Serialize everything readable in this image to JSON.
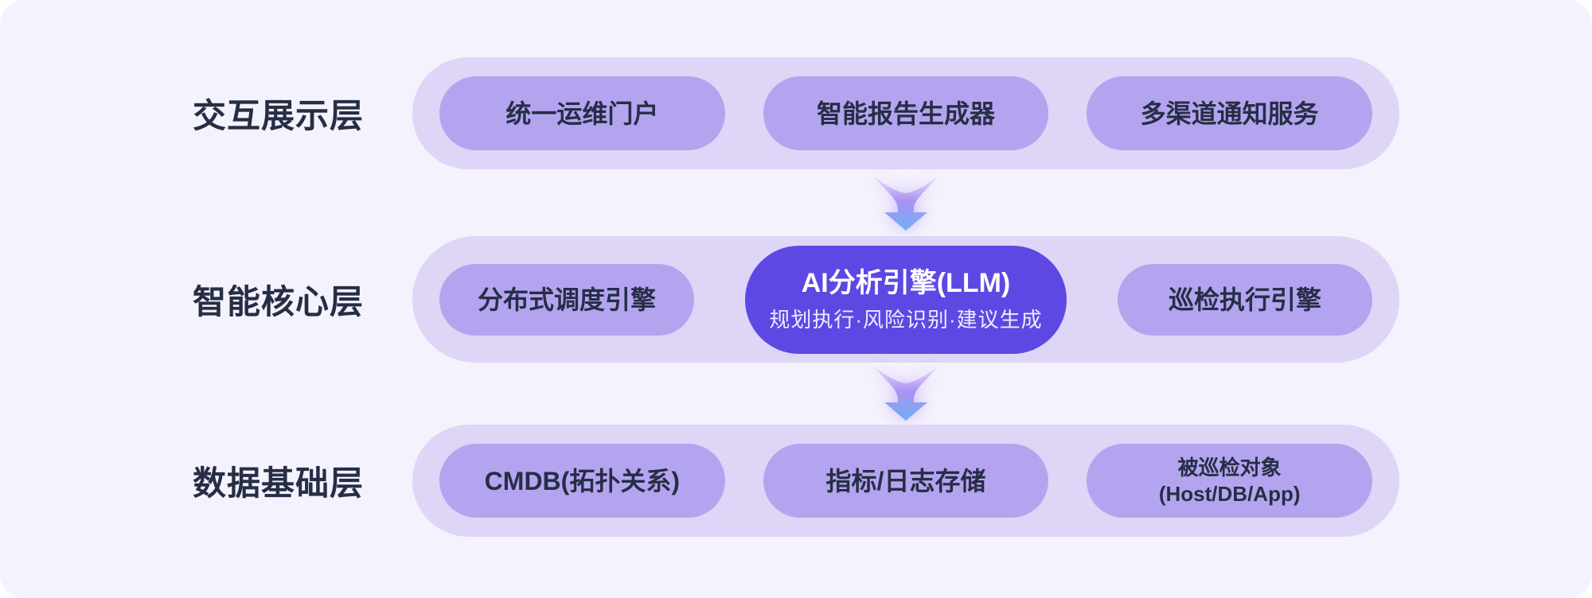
{
  "diagram": {
    "colors": {
      "background": "#f4f2fc",
      "layer_container": "#ded5f7",
      "pill": "#b4a4f0",
      "pill_highlight": "#5d48e4",
      "text_dark": "#262e45",
      "text_light": "#ffffff",
      "arrow_top": "#c9b2f6",
      "arrow_bottom": "#6cb0f4"
    }
  },
  "layers": [
    {
      "label": "交互展示层",
      "pills": [
        {
          "title": "统一运维门户"
        },
        {
          "title": "智能报告生成器"
        },
        {
          "title": "多渠道通知服务"
        }
      ]
    },
    {
      "label": "智能核心层",
      "pills": [
        {
          "title": "分布式调度引擎"
        },
        {
          "title": "AI分析引擎(LLM)",
          "subtitle": "规划执行·风险识别·建议生成"
        },
        {
          "title": "巡检执行引擎"
        }
      ]
    },
    {
      "label": "数据基础层",
      "pills": [
        {
          "title": "CMDB(拓扑关系)"
        },
        {
          "title": "指标/日志存储"
        },
        {
          "title": "被巡检对象",
          "line2": "(Host/DB/App)"
        }
      ]
    }
  ],
  "arrows": [
    {
      "name": "down-arrow"
    },
    {
      "name": "down-arrow"
    }
  ]
}
